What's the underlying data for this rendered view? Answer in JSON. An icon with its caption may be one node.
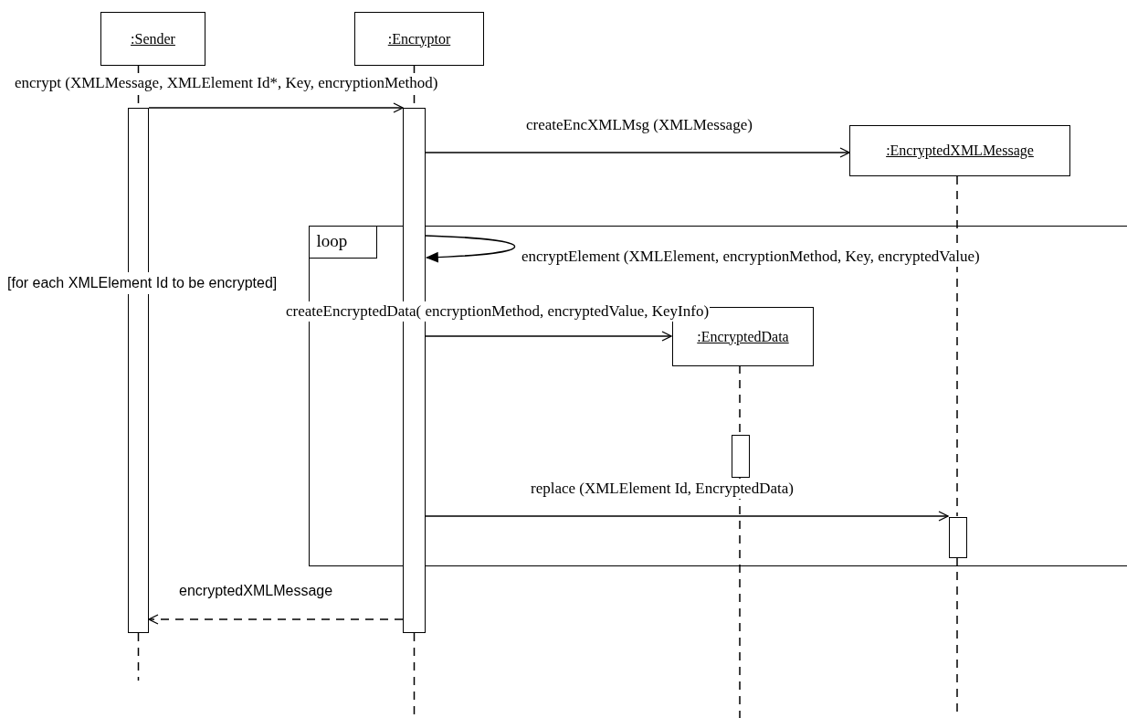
{
  "diagram": {
    "nodes": [
      {
        "text": [
          ":Sender"
        ]
      },
      {
        "text": [
          ":Encryptor"
        ]
      },
      {
        "text": [
          ":EncryptedXMLMessage"
        ]
      },
      {
        "text": [
          "loop"
        ]
      },
      {
        "text": [
          ":EncryptedData"
        ],
        "in": 3
      },
      {
        "text": [],
        "shape": "bar"
      },
      {
        "text": [],
        "shape": "bar"
      },
      {
        "text": [],
        "shape": "bar",
        "in": 3
      },
      {
        "text": [],
        "shape": "bar",
        "in": 3
      }
    ],
    "edges": [
      {
        "from": 0,
        "to": 5,
        "arrow": "none",
        "style": "dashed"
      },
      {
        "from": 1,
        "to": 6,
        "arrow": "none",
        "style": "dashed"
      },
      {
        "from": 2,
        "to": 8,
        "arrow": "none",
        "style": "dashed"
      },
      {
        "from": 4,
        "to": 7,
        "arrow": "none",
        "style": "dashed"
      },
      {
        "from": 5,
        "to": null,
        "arrow": "none",
        "style": "dashed"
      },
      {
        "from": 6,
        "to": null,
        "arrow": "none",
        "style": "dashed"
      },
      {
        "from": 7,
        "to": null,
        "arrow": "none",
        "style": "dashed"
      },
      {
        "from": 8,
        "to": null,
        "arrow": "none",
        "style": "dashed"
      },
      {
        "from": 5,
        "to": 6,
        "arrow": "to",
        "label": "encrypt (XMLMessage, XMLElement Id*, Key, encryptionMethod)"
      },
      {
        "from": 6,
        "to": 2,
        "arrow": "to",
        "label": "createEncXMLMsg (XMLMessage)"
      },
      {
        "from": 6,
        "to": 6,
        "arrow": "to",
        "label": "encryptElement (XMLElement, encryptionMethod, Key, encryptedValue)"
      },
      {
        "from": 6,
        "to": 4,
        "arrow": "to",
        "label": "createEncryptedData( encryptionMethod, encryptedValue, KeyInfo)"
      },
      {
        "from": 6,
        "to": 8,
        "arrow": "to",
        "label": "replace (XMLElement Id, EncryptedData)"
      },
      {
        "from": 6,
        "to": 5,
        "arrow": "to",
        "style": "dashed",
        "label": "encryptedXMLMessage"
      }
    ],
    "labels": [
      "[for each XMLElement Id to be encrypted]"
    ]
  }
}
